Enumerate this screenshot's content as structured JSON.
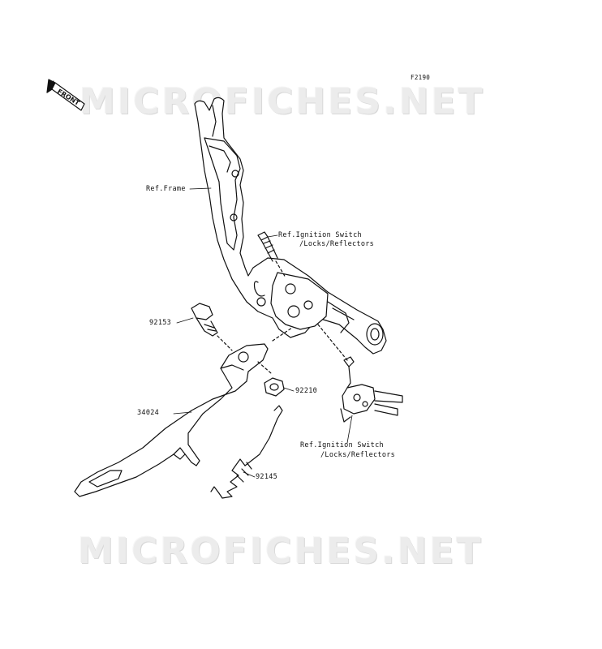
{
  "figure_code": "F2190",
  "front_label": "FRONT",
  "watermark_text": "MICROFICHES.NET",
  "callouts": {
    "ref_frame": "Ref.Frame",
    "ref_ignition_top_line1": "Ref.Ignition Switch",
    "ref_ignition_top_line2": "/Locks/Reflectors",
    "ref_ignition_bottom_line1": "Ref.Ignition Switch",
    "ref_ignition_bottom_line2": "/Locks/Reflectors",
    "part_92153": "92153",
    "part_92210": "92210",
    "part_34024": "34024",
    "part_92145": "92145"
  }
}
